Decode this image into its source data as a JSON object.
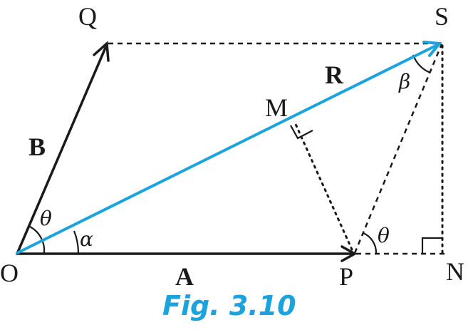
{
  "points": {
    "O": "O",
    "P": "P",
    "Q": "Q",
    "S": "S",
    "M": "M",
    "N": "N"
  },
  "vectors": {
    "A": "A",
    "B": "B",
    "R": "R"
  },
  "angles": {
    "theta_at_O": "θ",
    "alpha": "α",
    "theta_at_P": "θ",
    "beta": "β"
  },
  "caption": "Fig. 3.10",
  "colors": {
    "resultant": "#1aa3dd",
    "caption": "#1aa3dd",
    "lines": "#1a1a1a"
  }
}
